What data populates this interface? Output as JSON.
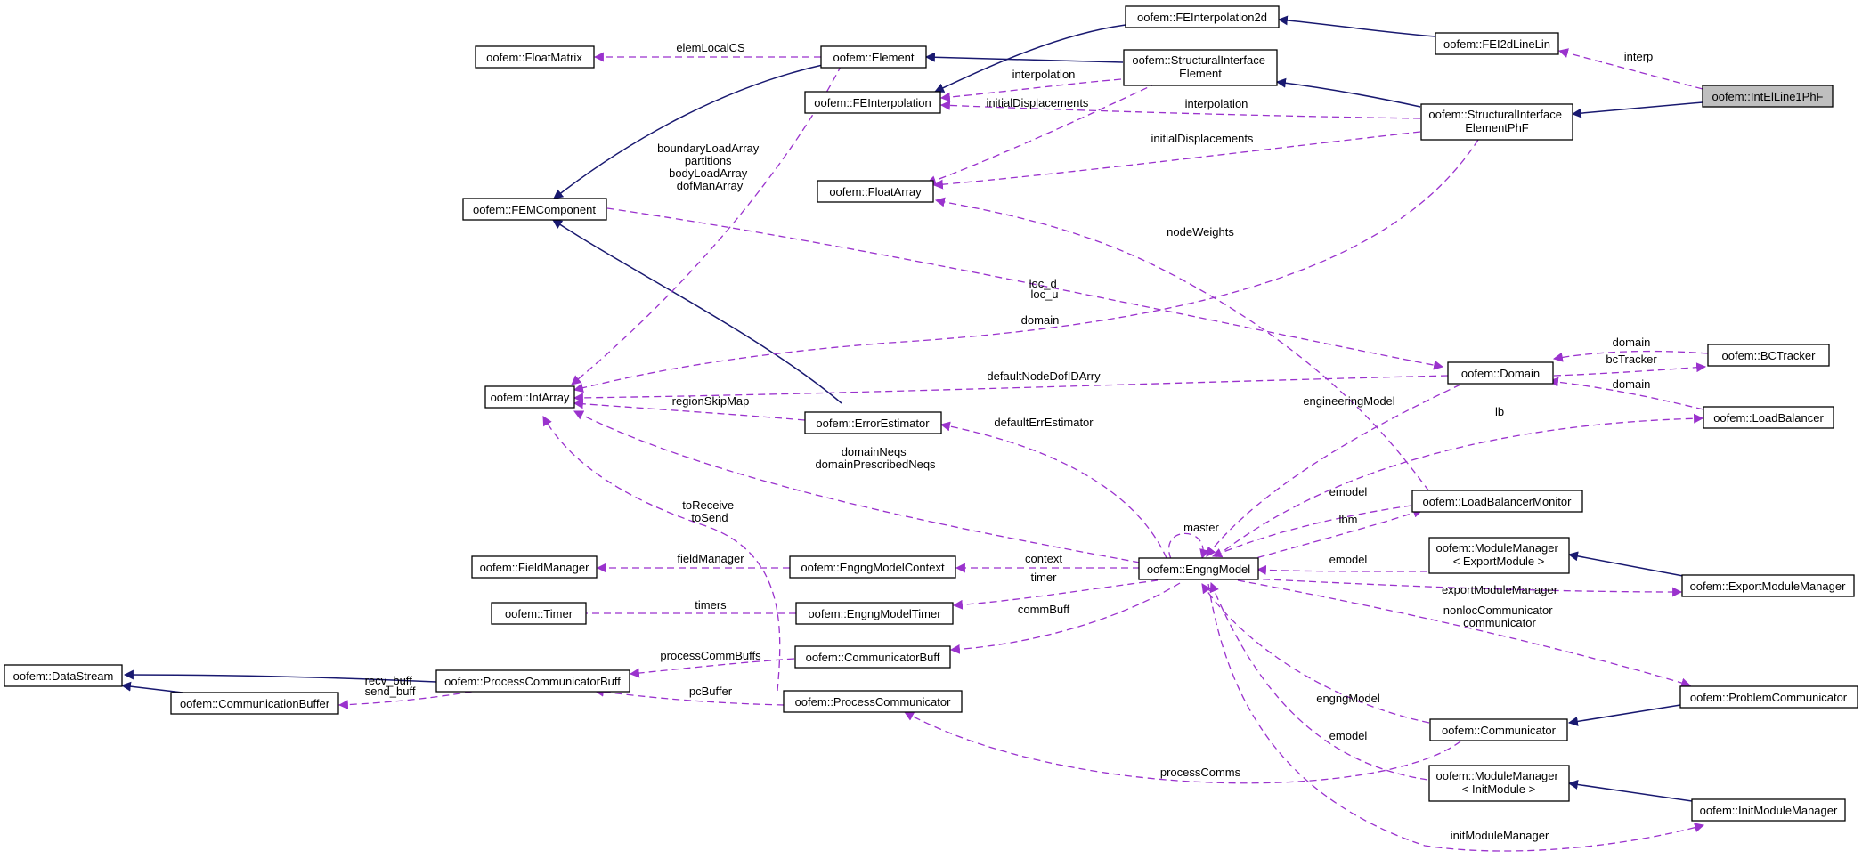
{
  "nodes": {
    "IntElLine1PhF": [
      "oofem::IntElLine1PhF"
    ],
    "FEI2dLineLin": [
      "oofem::FEI2dLineLin"
    ],
    "StructuralInterfaceElementPhF": [
      "oofem::StructuralInterface",
      "ElementPhF"
    ],
    "FEInterpolation2d": [
      "oofem::FEInterpolation2d"
    ],
    "StructuralInterfaceElement": [
      "oofem::StructuralInterface",
      "Element"
    ],
    "Element": [
      "oofem::Element"
    ],
    "FEInterpolation": [
      "oofem::FEInterpolation"
    ],
    "FloatMatrix": [
      "oofem::FloatMatrix"
    ],
    "FloatArray": [
      "oofem::FloatArray"
    ],
    "FEMComponent": [
      "oofem::FEMComponent"
    ],
    "IntArray": [
      "oofem::IntArray"
    ],
    "ErrorEstimator": [
      "oofem::ErrorEstimator"
    ],
    "Domain": [
      "oofem::Domain"
    ],
    "BCTracker": [
      "oofem::BCTracker"
    ],
    "LoadBalancer": [
      "oofem::LoadBalancer"
    ],
    "LoadBalancerMonitor": [
      "oofem::LoadBalancerMonitor"
    ],
    "EngngModel": [
      "oofem::EngngModel"
    ],
    "ModuleManagerExport": [
      "oofem::ModuleManager",
      "< ExportModule >"
    ],
    "ExportModuleManager": [
      "oofem::ExportModuleManager"
    ],
    "EngngModelContext": [
      "oofem::EngngModelContext"
    ],
    "FieldManager": [
      "oofem::FieldManager"
    ],
    "EngngModelTimer": [
      "oofem::EngngModelTimer"
    ],
    "Timer": [
      "oofem::Timer"
    ],
    "CommunicatorBuff": [
      "oofem::CommunicatorBuff"
    ],
    "ProcessCommunicatorBuff": [
      "oofem::ProcessCommunicatorBuff"
    ],
    "DataStream": [
      "oofem::DataStream"
    ],
    "CommunicationBuffer": [
      "oofem::CommunicationBuffer"
    ],
    "ProcessCommunicator": [
      "oofem::ProcessCommunicator"
    ],
    "ProblemCommunicator": [
      "oofem::ProblemCommunicator"
    ],
    "Communicator": [
      "oofem::Communicator"
    ],
    "ModuleManagerInit": [
      "oofem::ModuleManager",
      "< InitModule >"
    ],
    "InitModuleManager": [
      "oofem::InitModuleManager"
    ]
  },
  "labels": {
    "interp": [
      "interp"
    ],
    "elemLocalCS": [
      "elemLocalCS"
    ],
    "interpolation_sie": [
      "interpolation"
    ],
    "initialDisplacements_sie": [
      "initialDisplacements"
    ],
    "interpolation_siephf": [
      "interpolation"
    ],
    "initialDisplacements_siephf": [
      "initialDisplacements"
    ],
    "element_intarray": [
      "boundaryLoadArray",
      "partitions",
      "bodyLoadArray",
      "dofManArray"
    ],
    "nodeWeights": [
      "nodeWeights"
    ],
    "loc": [
      "loc_d",
      "loc_u"
    ],
    "domain_fem": [
      "domain"
    ],
    "domain_bc": [
      "domain"
    ],
    "bcTracker": [
      "bcTracker"
    ],
    "defaultNodeDofIDArry": [
      "defaultNodeDofIDArry"
    ],
    "regionSkipMap": [
      "regionSkipMap"
    ],
    "domain_lb": [
      "domain"
    ],
    "engineeringModel": [
      "engineeringModel"
    ],
    "lb": [
      "lb"
    ],
    "defaultErrEstimator": [
      "defaultErrEstimator"
    ],
    "domainNeqs": [
      "domainNeqs",
      "domainPrescribedNeqs"
    ],
    "emodel_lbm": [
      "emodel"
    ],
    "master": [
      "master"
    ],
    "lbm": [
      "lbm"
    ],
    "toReceive": [
      "toReceive",
      "toSend"
    ],
    "emodel_mm": [
      "emodel"
    ],
    "fieldManager": [
      "fieldManager"
    ],
    "context": [
      "context"
    ],
    "timer": [
      "timer"
    ],
    "exportModuleManager": [
      "exportModuleManager"
    ],
    "communicator": [
      "nonlocCommunicator",
      "communicator"
    ],
    "timers": [
      "timers"
    ],
    "commBuff": [
      "commBuff"
    ],
    "processCommBuffs": [
      "processCommBuffs"
    ],
    "buffs": [
      "recv_buff",
      "send_buff"
    ],
    "pcBuffer": [
      "pcBuffer"
    ],
    "engngModel": [
      "engngModel"
    ],
    "emodel_init": [
      "emodel"
    ],
    "processComms": [
      "processComms"
    ],
    "initModuleManager": [
      "initModuleManager"
    ]
  },
  "colors": {
    "inheritance": "#191970",
    "usage": "#9a32cd",
    "focus_fill": "#bfbfbf"
  }
}
